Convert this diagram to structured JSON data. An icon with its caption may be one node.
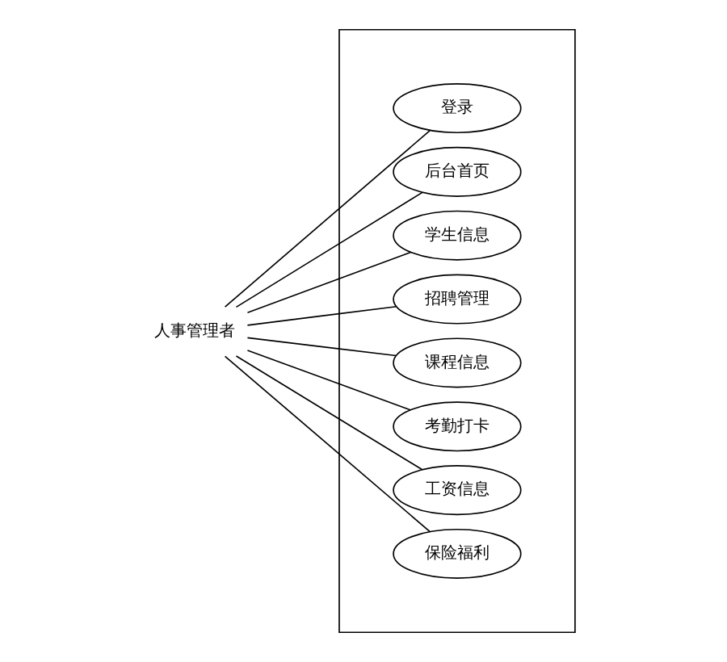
{
  "diagram": {
    "nodes": [
      {
        "text": [
          "人事管理者"
        ]
      },
      {
        "text": [],
        "shape": "box"
      },
      {
        "text": [
          "登录"
        ],
        "in": 1
      },
      {
        "text": [
          "后台首页"
        ],
        "in": 1
      },
      {
        "text": [
          "学生信息"
        ],
        "in": 1
      },
      {
        "text": [
          "招聘管理"
        ],
        "in": 1
      },
      {
        "text": [
          "课程信息"
        ],
        "in": 1
      },
      {
        "text": [
          "考勤打卡"
        ],
        "in": 1
      },
      {
        "text": [
          "工资信息"
        ],
        "in": 1
      },
      {
        "text": [
          "保险福利"
        ],
        "in": 1
      }
    ],
    "edges": [
      {
        "from": 0,
        "to": 2,
        "arrow": "none"
      },
      {
        "from": 0,
        "to": 3,
        "arrow": "none"
      },
      {
        "from": 0,
        "to": 4,
        "arrow": "none"
      },
      {
        "from": 0,
        "to": 5,
        "arrow": "none"
      },
      {
        "from": 0,
        "to": 6,
        "arrow": "none"
      },
      {
        "from": 0,
        "to": 7,
        "arrow": "none"
      },
      {
        "from": 0,
        "to": 8,
        "arrow": "none"
      },
      {
        "from": 0,
        "to": 9,
        "arrow": "none"
      }
    ]
  }
}
